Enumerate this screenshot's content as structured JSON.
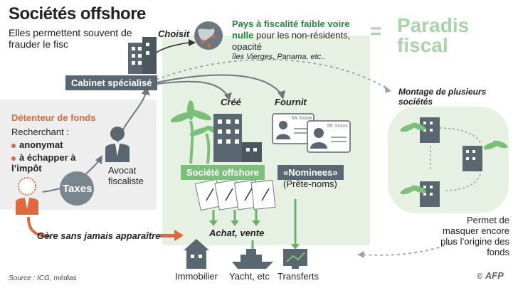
{
  "title": "Sociétés offshore",
  "subtitle": "Elles permettent souvent de frauder le fisc",
  "choisit": "Choisit",
  "pays": {
    "highlight": "Pays à fiscalité faible voire nulle",
    "rest": "pour les non-résidents, opacité",
    "examples": "îles Vierges, Panama, etc.."
  },
  "equals": "=",
  "paradis": "Paradis fiscal",
  "cabinet": "Cabinet spécialisé",
  "detenteur": {
    "head": "Détenteur de fonds",
    "recherchant": "Recherchant :",
    "bullet1": "anonymat",
    "bullet2": "à échapper à l’impôt"
  },
  "taxes": "Taxes",
  "avocat": "Avocat fiscaliste",
  "cree": "Créé",
  "fournit": "Fournit",
  "societe_offshore": "Société offshore",
  "nominees": "«Nominees»",
  "prete_noms": "(Prête-noms)",
  "mr": "Mr Xxxxx",
  "montage": "Montage de plusieurs sociétés",
  "gere": "Gère sans jamais apparaître",
  "achat": "Achat, vente",
  "immobilier": "Immobilier",
  "yacht": "Yacht, etc",
  "transferts": "Transferts",
  "permet": "Permet de masquer encore plus l’origine des fonds",
  "source": "Source : ICG, médias",
  "afp": "AFP",
  "colors": {
    "green": "#1f8a3a",
    "light_green": "#e6f1e3",
    "gray": "#5a6770",
    "orange": "#e0683a"
  }
}
